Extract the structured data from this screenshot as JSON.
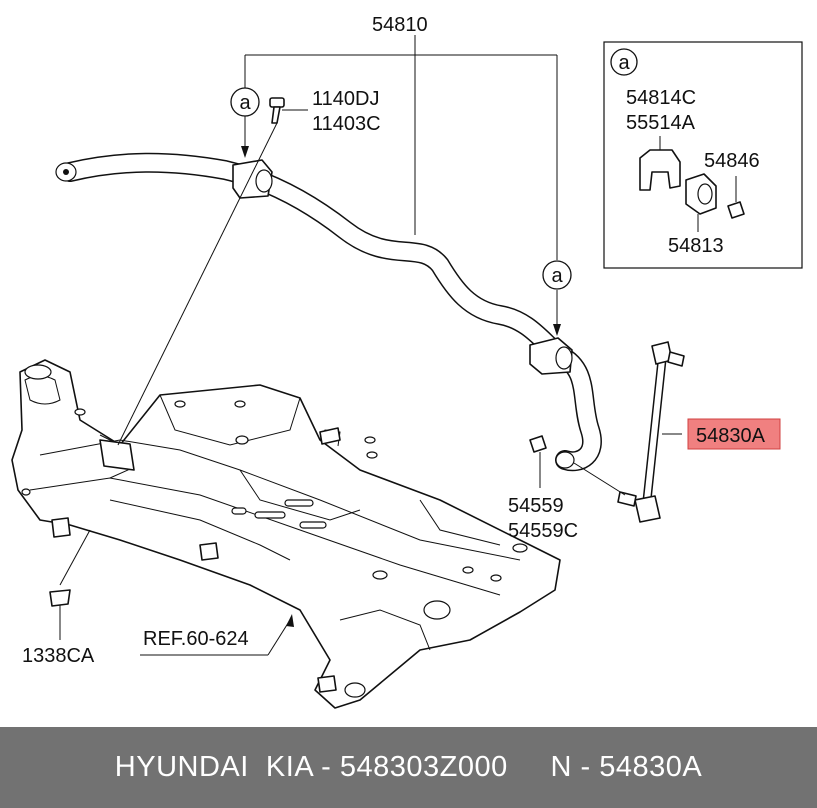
{
  "callouts": {
    "stabilizer_bar": "54810",
    "bolt_a": "1140DJ",
    "bolt_b": "11403C",
    "bushing_left_ref": "a",
    "bushing_right_ref": "a",
    "link": "54830A",
    "nut_a": "54559",
    "nut_b": "54559C",
    "crossmember_nut": "1338CA",
    "reference": "REF.60-624"
  },
  "inset": {
    "ref": "a",
    "bracket_a": "54814C",
    "bracket_b": "55514A",
    "cap": "54846",
    "bushing": "54813"
  },
  "highlight_color": "#f08080",
  "footer": {
    "text": "HYUNDAI  KIA - 548303Z000     N - 54830A"
  }
}
